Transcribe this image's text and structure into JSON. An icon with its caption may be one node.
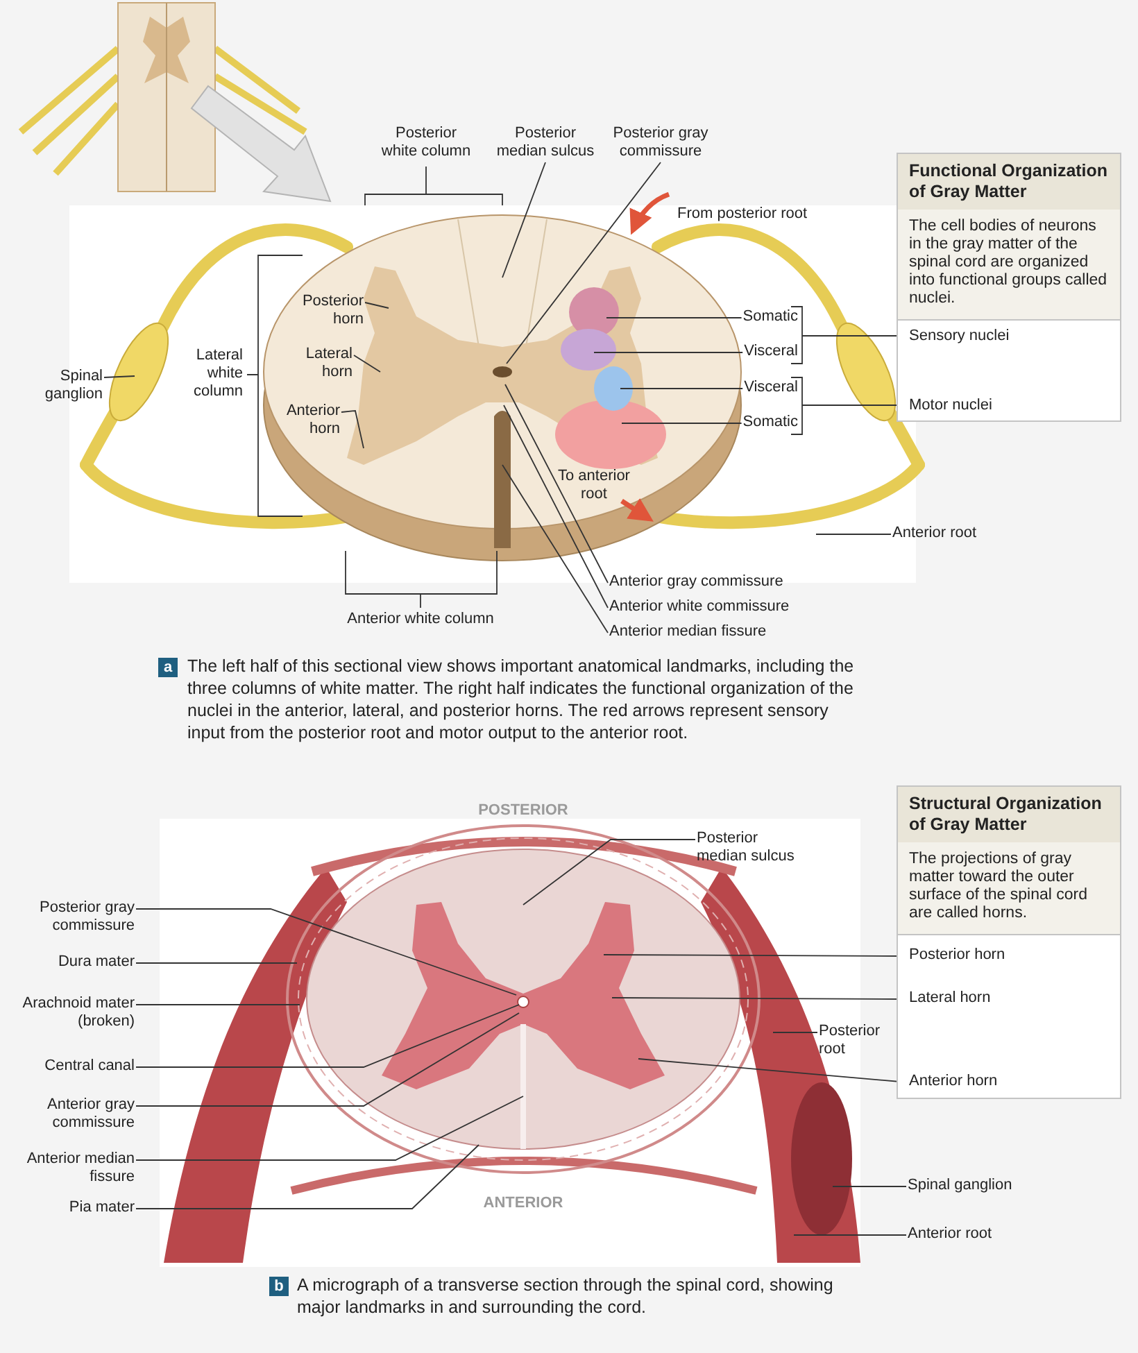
{
  "diagram": {
    "nodes": [
      {
        "text": [
          "Posterior median sulcus"
        ]
      },
      {
        "text": [
          "Posterior gray commissure"
        ]
      },
      {
        "text": [
          "Posterior horn"
        ]
      },
      {
        "text": [
          "Lateral horn"
        ]
      },
      {
        "text": [
          "Anterior horn"
        ]
      },
      {
        "text": [
          "Spinal ganglion"
        ]
      },
      {
        "text": [
          "Somatic"
        ]
      },
      {
        "text": [
          "Visceral"
        ]
      },
      {
        "text": [
          "Visceral"
        ]
      },
      {
        "text": [
          "Somatic"
        ]
      },
      {
        "text": [
          "Anterior gray commissure"
        ]
      },
      {
        "text": [
          "Anterior white commissure"
        ]
      },
      {
        "text": [
          "Anterior median fissure"
        ]
      },
      {
        "text": [
          "Anterior root"
        ]
      },
      {
        "text": [
          "Functional Organization of Gray Matter",
          "The cell bodies of neurons in the gray matter of the spinal cord are organized into functional groups called nuclei."
        ]
      },
      {
        "text": [
          "Sensory nuclei"
        ],
        "in": 14
      },
      {
        "text": [
          "Motor nuclei"
        ],
        "in": 14
      },
      {
        "text": [
          "Posterior median sulcus"
        ]
      },
      {
        "text": [
          "Posterior gray commissure"
        ]
      },
      {
        "text": [
          "Dura mater"
        ]
      },
      {
        "text": [
          "Arachnoid mater (broken)"
        ]
      },
      {
        "text": [
          "Central canal"
        ]
      },
      {
        "text": [
          "Anterior gray commissure"
        ]
      },
      {
        "text": [
          "Anterior median fissure"
        ]
      },
      {
        "text": [
          "Pia mater"
        ]
      },
      {
        "text": [
          "Posterior root"
        ]
      },
      {
        "text": [
          "Spinal ganglion"
        ]
      },
      {
        "text": [
          "Anterior root"
        ]
      },
      {
        "text": [
          "Structural Organization of Gray Matter",
          "The projections of gray matter toward the outer surface of the spinal cord are called horns."
        ]
      },
      {
        "text": [
          "Posterior horn"
        ],
        "in": 28
      },
      {
        "text": [
          "Lateral horn"
        ],
        "in": 28
      },
      {
        "text": [
          "Anterior horn"
        ],
        "in": 28
      }
    ],
    "edges": [
      {
        "from": 0,
        "to": null,
        "arrow": "none"
      },
      {
        "from": 1,
        "to": null,
        "arrow": "none"
      },
      {
        "from": 2,
        "to": null,
        "arrow": "none"
      },
      {
        "from": 3,
        "to": null,
        "arrow": "none"
      },
      {
        "from": 4,
        "to": null,
        "arrow": "none"
      },
      {
        "from": 5,
        "to": null,
        "arrow": "none"
      },
      {
        "from": 6,
        "to": null,
        "arrow": "none"
      },
      {
        "from": 7,
        "to": null,
        "arrow": "none"
      },
      {
        "from": 8,
        "to": null,
        "arrow": "none"
      },
      {
        "from": 9,
        "to": null,
        "arrow": "none"
      },
      {
        "from": 10,
        "to": null,
        "arrow": "none"
      },
      {
        "from": 11,
        "to": null,
        "arrow": "none"
      },
      {
        "from": 12,
        "to": null,
        "arrow": "none"
      },
      {
        "from": 13,
        "to": null,
        "arrow": "none"
      },
      {
        "from": 17,
        "to": null,
        "arrow": "none"
      },
      {
        "from": 18,
        "to": null,
        "arrow": "none"
      },
      {
        "from": 19,
        "to": null,
        "arrow": "none"
      },
      {
        "from": 20,
        "to": null,
        "arrow": "none"
      },
      {
        "from": 21,
        "to": null,
        "arrow": "none"
      },
      {
        "from": 22,
        "to": null,
        "arrow": "none"
      },
      {
        "from": 23,
        "to": null,
        "arrow": "none"
      },
      {
        "from": 24,
        "to": null,
        "arrow": "none"
      },
      {
        "from": 25,
        "to": null,
        "arrow": "none"
      },
      {
        "from": 26,
        "to": null,
        "arrow": "none"
      },
      {
        "from": 27,
        "to": null,
        "arrow": "none"
      },
      {
        "from": 29,
        "to": null,
        "arrow": "none"
      },
      {
        "from": 30,
        "to": null,
        "arrow": "none"
      },
      {
        "from": 31,
        "to": null,
        "arrow": "none"
      }
    ],
    "labels": [
      "Posterior white column",
      "From posterior root",
      "Lateral white column",
      "To anterior root",
      "Anterior white column",
      "a",
      "The left half of this sectional view shows important anatomical landmarks, including the three columns of white matter. The right half indicates the functional organization of the nuclei in the anterior, lateral, and posterior horns. The red arrows represent sensory input from the posterior root and motor output to the anterior root.",
      "POSTERIOR",
      "ANTERIOR",
      "b",
      "A micrograph of a transverse section through the spinal cord, showing major landmarks in and surrounding the cord."
    ]
  }
}
